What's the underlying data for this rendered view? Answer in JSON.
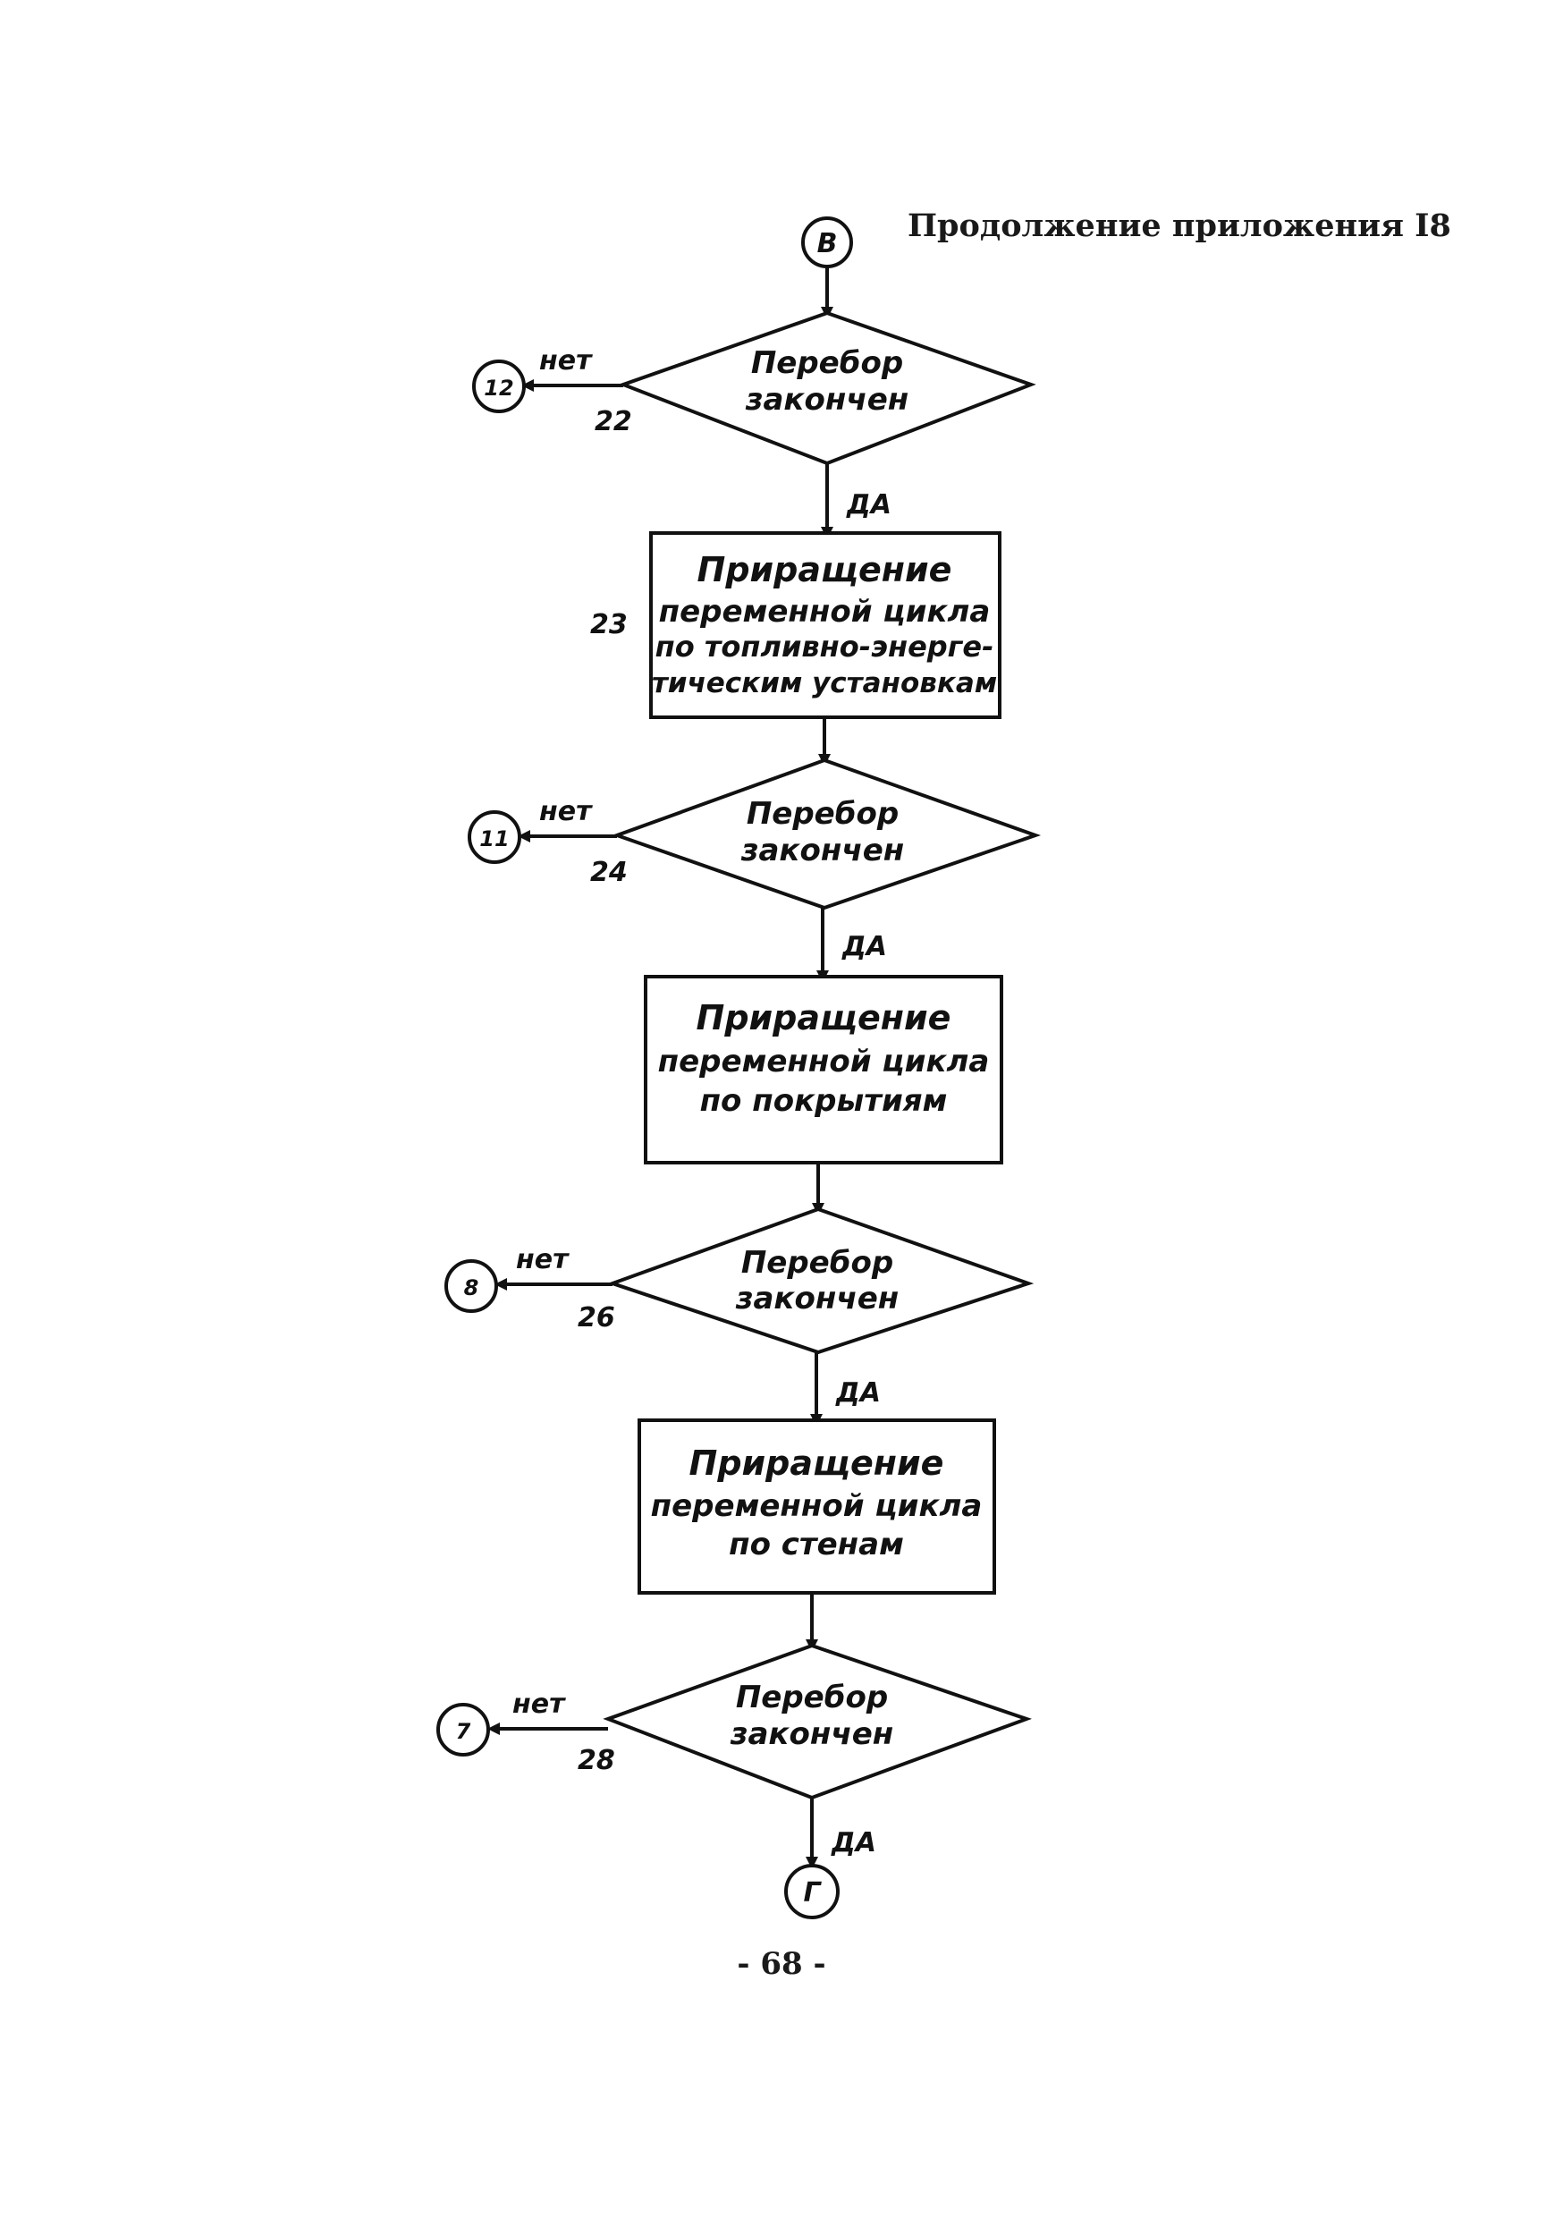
{
  "header": {
    "text": "Продолжение приложения I8"
  },
  "page": {
    "number": "- 68 -"
  },
  "connectors": {
    "top": "В",
    "bottom": "Г"
  },
  "branches": {
    "yes_label": "ДА",
    "no_label": "нет"
  },
  "decisions": [
    {
      "id": "22",
      "lines": [
        "Перебор",
        "закончен"
      ],
      "no_target": "12"
    },
    {
      "id": "24",
      "lines": [
        "Перебор",
        "закончен"
      ],
      "no_target": "11"
    },
    {
      "id": "26",
      "lines": [
        "Перебор",
        "закончен"
      ],
      "no_target": "8"
    },
    {
      "id": "28",
      "lines": [
        "Перебор",
        "закончен"
      ],
      "no_target": "7"
    }
  ],
  "processes": [
    {
      "id": "23",
      "lines": [
        "Приращение",
        "переменной цикла",
        "по топливно-энерге-",
        "тическим установкам"
      ]
    },
    {
      "id": "",
      "lines": [
        "Приращение",
        "переменной цикла",
        "по покрытиям"
      ]
    },
    {
      "id": "",
      "lines": [
        "Приращение",
        "переменной цикла",
        "по стенам"
      ]
    }
  ]
}
